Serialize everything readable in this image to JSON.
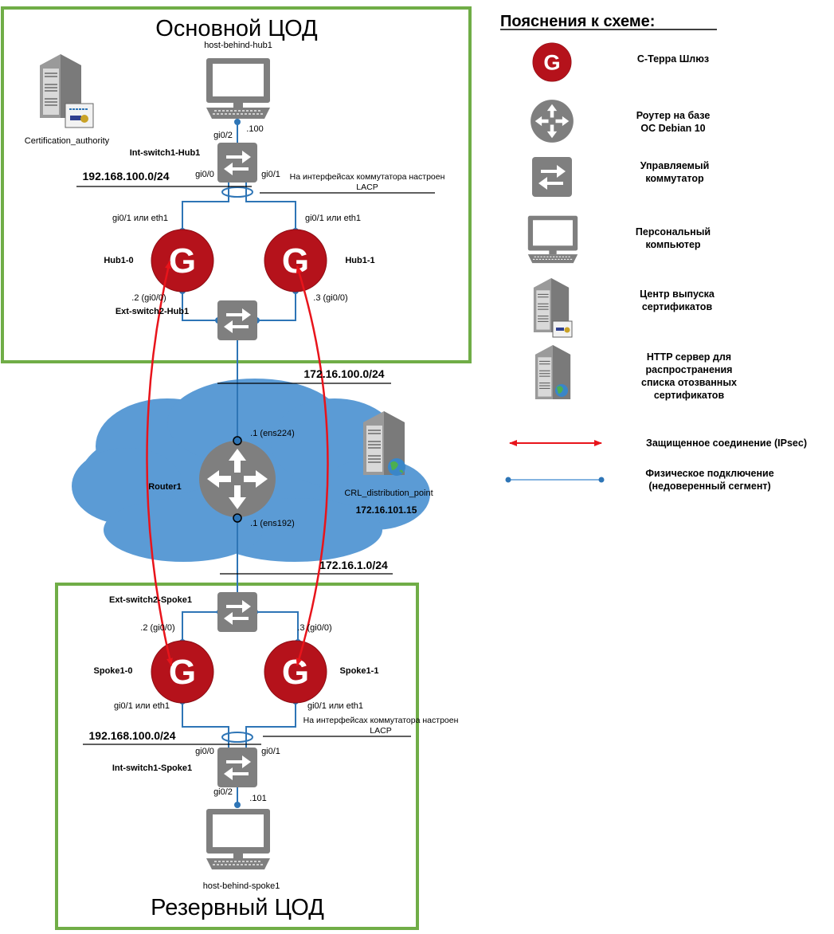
{
  "zones": {
    "primary": "Основной ЦОД",
    "backup": "Резервный ЦОД"
  },
  "hosts": {
    "host_hub": "host-behind-hub1",
    "host_spoke": "host-behind-spoke1",
    "ca": "Certification_authority",
    "crl": "CRL_distribution_point",
    "crl_ip": "172.16.101.15",
    "router": "Router1"
  },
  "switches": {
    "int_hub": "Int-switch1-Hub1",
    "ext_hub": "Ext-switch2-Hub1",
    "ext_spoke": "Ext-switch2-Spoke1",
    "int_spoke": "Int-switch1-Spoke1"
  },
  "gateways": {
    "hub0": "Hub1-0",
    "hub1": "Hub1-1",
    "spoke0": "Spoke1-0",
    "spoke1": "Spoke1-1",
    "glyph": "G"
  },
  "networks": {
    "lan_hub": "192.168.100.0/24",
    "wan_hub": "172.16.100.0/24",
    "wan_spoke": "172.16.1.0/24",
    "lan_spoke": "192.168.100.0/24"
  },
  "ports": {
    "hub_sw_gi02": "gi0/2",
    "hub_host_ip": ".100",
    "hub_sw_gi00": "gi0/0",
    "hub_sw_gi01": "gi0/1",
    "hub0_top": "gi0/1 или eth1",
    "hub1_top": "gi0/1 или eth1",
    "hub0_bottom": ".2 (gi0/0)",
    "hub1_bottom": ".3 (gi0/0)",
    "router_top": ".1 (ens224)",
    "router_bottom": ".1 (ens192)",
    "spoke0_top": ".2 (gi0/0)",
    "spoke1_top": ".3 (gi0/0)",
    "spoke0_bottom": "gi0/1 или eth1",
    "spoke1_bottom": "gi0/1 или eth1",
    "spoke_sw_gi00": "gi0/0",
    "spoke_sw_gi01": "gi0/1",
    "spoke_sw_gi02": "gi0/2",
    "spoke_host_ip": ".101"
  },
  "notes": {
    "lacp_hub_line1": "На интерфейсах коммутатора настроен",
    "lacp_hub_line2": "LACP",
    "lacp_spoke_line1": "На интерфейсах коммутатора настроен",
    "lacp_spoke_line2": "LACP"
  },
  "legend": {
    "title": "Пояснения к схеме:",
    "gateway": "С-Терра Шлюз",
    "router_l1": "Роутер на базе",
    "router_l2": "ОС Debian 10",
    "switch_l1": "Управляемый",
    "switch_l2": "коммутатор",
    "pc_l1": "Персональный",
    "pc_l2": "компьютер",
    "ca_l1": "Центр выпуска",
    "ca_l2": "сертификатов",
    "http_l1": "HTTP сервер для",
    "http_l2": "распространения",
    "http_l3": "списка отозванных",
    "http_l4": "сертификатов",
    "ipsec": "Защищенное соединение (IPsec)",
    "phys_l1": "Физическое подключение",
    "phys_l2": "(недоверенный сегмент)"
  },
  "colors": {
    "zone_border": "#70ad47",
    "gateway_red": "#b5121b",
    "device_gray": "#7f7f7f",
    "cloud_blue": "#5b9bd5",
    "link_blue": "#2e75b6",
    "ipsec_red": "#e8141b"
  }
}
